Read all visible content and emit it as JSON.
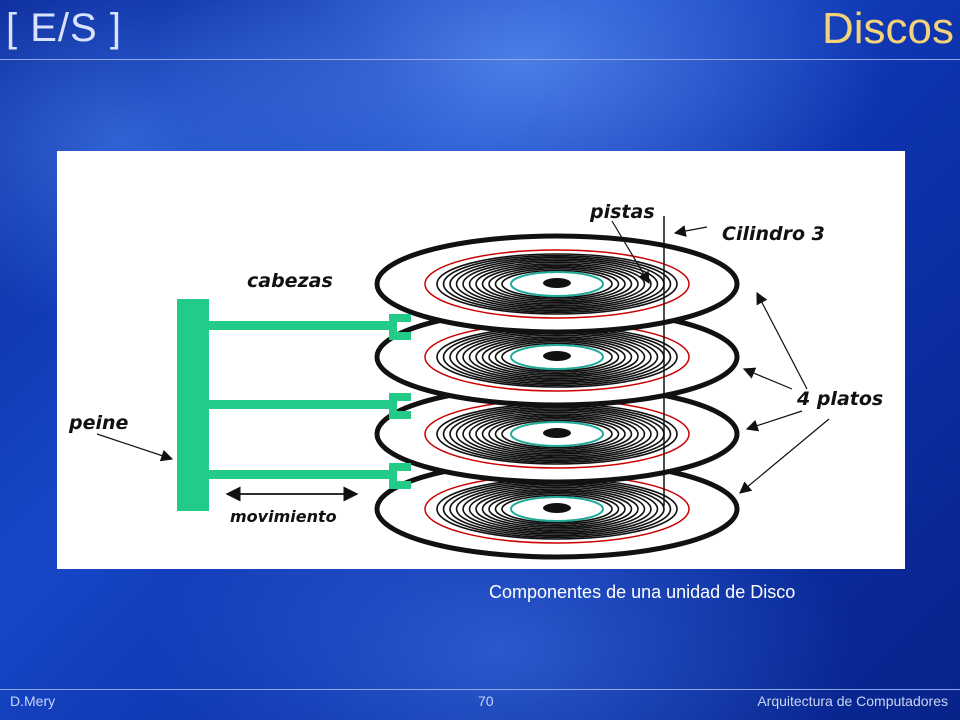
{
  "header": {
    "left_title": "[ E/S ]",
    "right_title": "Discos"
  },
  "diagram": {
    "labels": {
      "pistas": "pistas",
      "cilindro": "Cilindro 3",
      "cabezas": "cabezas",
      "platos": "4 platos",
      "peine": "peine",
      "movimiento": "movimiento"
    },
    "platter_count": 4,
    "colors": {
      "comb": "#22cc88",
      "red_track": "#cc0000",
      "inner_ring": "#22aa99",
      "label": "#111111"
    }
  },
  "caption": "Componentes de una unidad de Disco",
  "footer": {
    "author": "D.Mery",
    "page": "70",
    "course": "Arquitectura de Computadores"
  }
}
